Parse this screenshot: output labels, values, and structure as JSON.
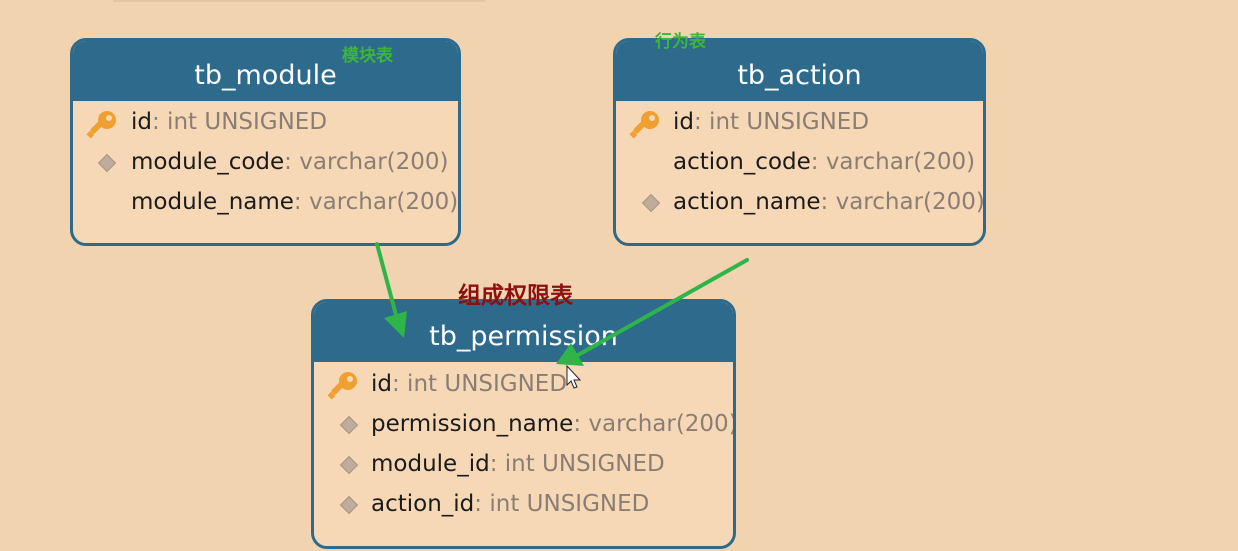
{
  "labels": {
    "module_cn": "模块表",
    "action_cn": "行为表",
    "permission_cn": "组成权限表"
  },
  "tables": {
    "module": {
      "name": "tb_module",
      "columns": [
        {
          "name": "id",
          "type": ": int UNSIGNED",
          "icon": "key-icon"
        },
        {
          "name": "module_code",
          "type": ": varchar(200)",
          "icon": "diamond-icon"
        },
        {
          "name": "module_name",
          "type": ": varchar(200)",
          "icon": "none"
        }
      ]
    },
    "action": {
      "name": "tb_action",
      "columns": [
        {
          "name": "id",
          "type": ": int UNSIGNED",
          "icon": "key-icon"
        },
        {
          "name": "action_code",
          "type": ": varchar(200)",
          "icon": "none"
        },
        {
          "name": "action_name",
          "type": ": varchar(200)",
          "icon": "diamond-icon"
        }
      ]
    },
    "permission": {
      "name": "tb_permission",
      "columns": [
        {
          "name": "id",
          "type": ": int UNSIGNED",
          "icon": "key-icon"
        },
        {
          "name": "permission_name",
          "type": ": varchar(200)",
          "icon": "diamond-icon"
        },
        {
          "name": "module_id",
          "type": ": int UNSIGNED",
          "icon": "diamond-icon"
        },
        {
          "name": "action_id",
          "type": ": int UNSIGNED",
          "icon": "diamond-icon"
        }
      ]
    }
  },
  "colors": {
    "background": "#f2d3af",
    "header": "#2d6a8c",
    "arrow": "#2fb44a",
    "key": "#f0a030",
    "label_green": "#3cb53c",
    "label_red": "#8b1010"
  }
}
